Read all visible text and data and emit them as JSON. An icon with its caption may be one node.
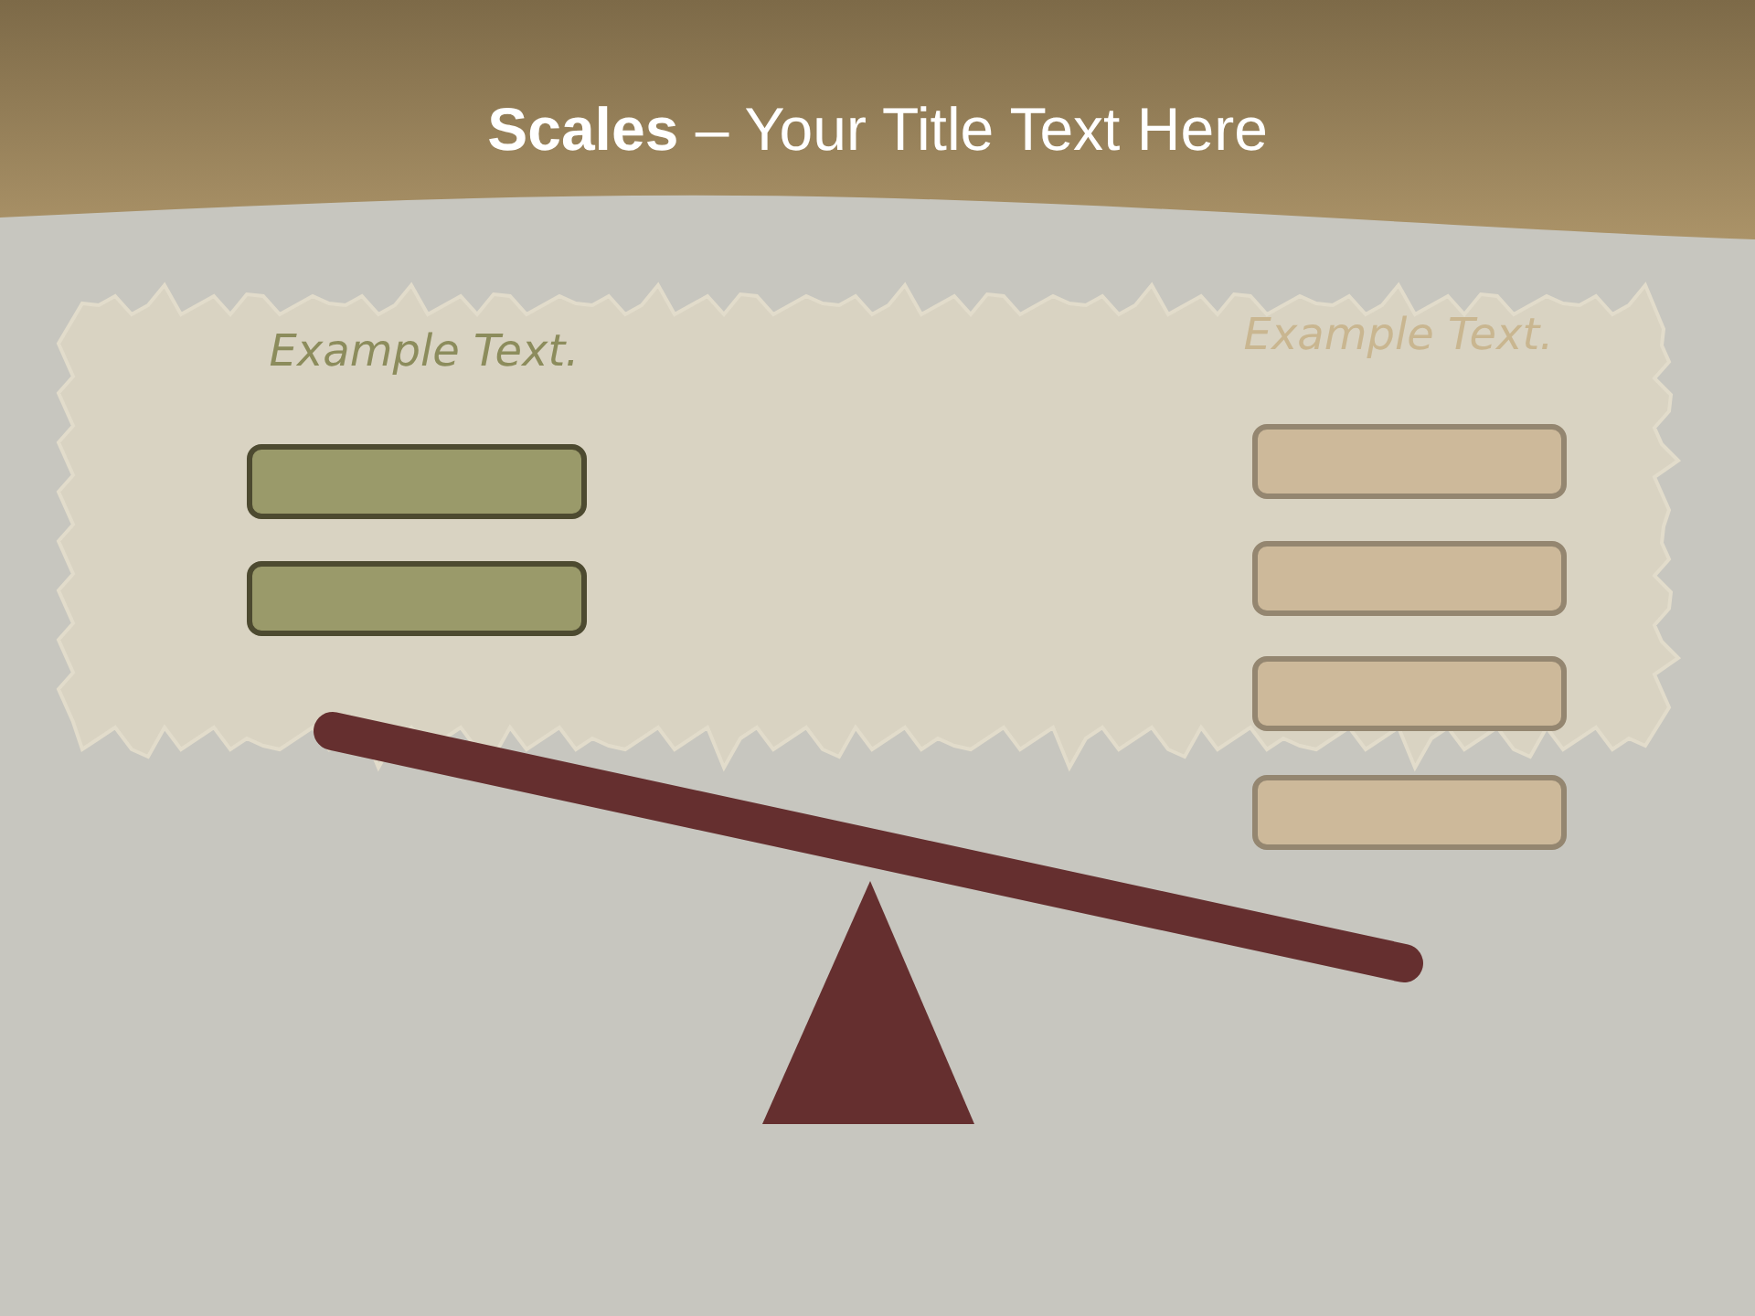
{
  "diagram": {
    "title": "**Scales** – Your Title Text Here",
    "nodes": [
      {
        "text": [],
        "shape": "box"
      },
      {
        "text": [],
        "shape": "box"
      },
      {
        "text": [],
        "shape": "box"
      },
      {
        "text": [],
        "shape": "box"
      },
      {
        "text": [],
        "shape": "box"
      },
      {
        "text": [],
        "shape": "box"
      }
    ],
    "labels": [
      "Example Text.",
      "Example Text."
    ]
  }
}
